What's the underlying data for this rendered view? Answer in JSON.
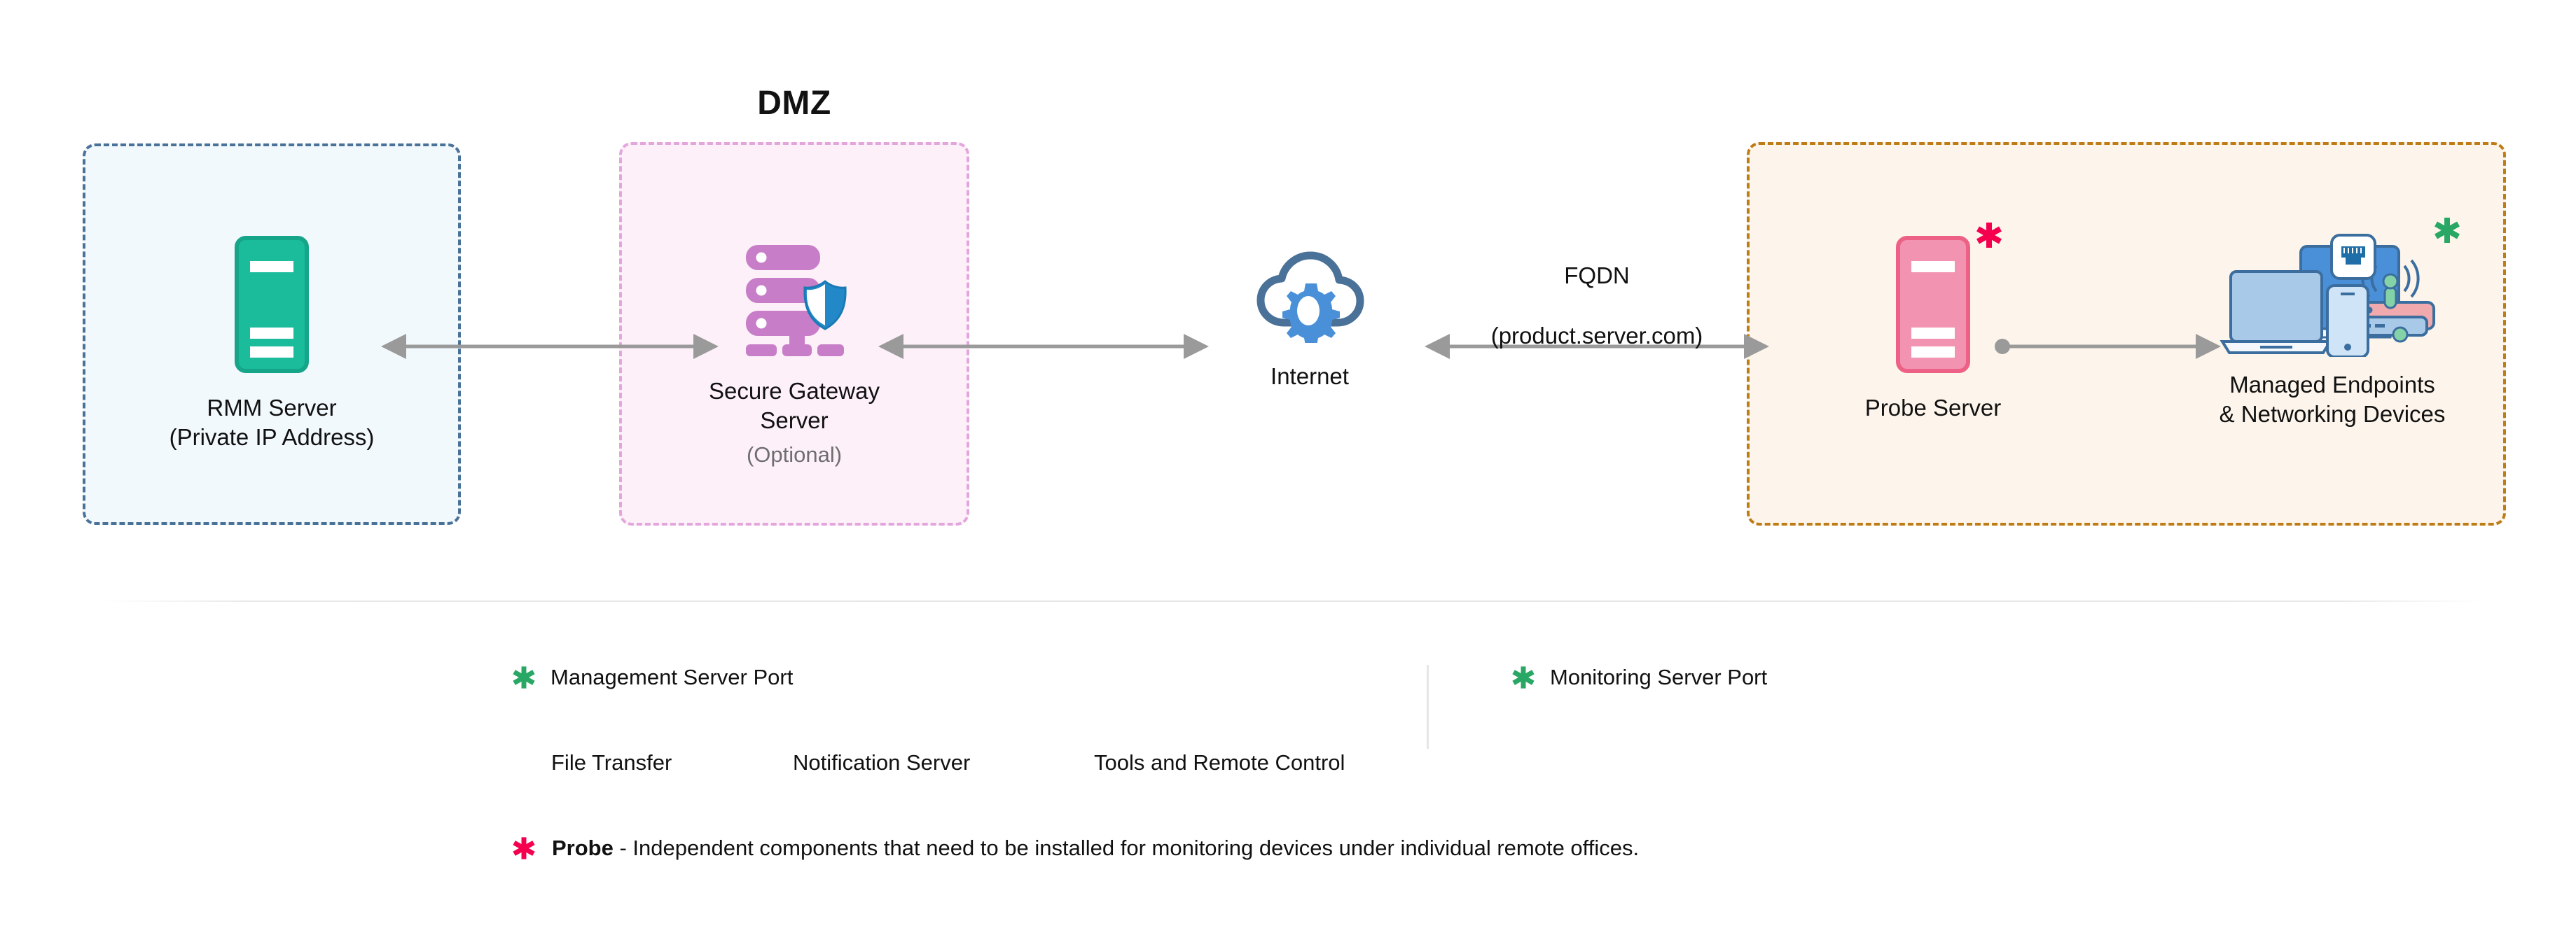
{
  "diagram": {
    "dmz_title": "DMZ",
    "zones": [
      {
        "id": "rmm",
        "name": "rmm-zone"
      },
      {
        "id": "dmz",
        "name": "dmz-zone"
      },
      {
        "id": "remote",
        "name": "remote-office-zone"
      }
    ],
    "nodes": {
      "rmm_server": {
        "title": "RMM Server",
        "subtitle": "(Private IP Address)",
        "icon": "server-tower-icon",
        "color": "#1abc9c"
      },
      "secure_gateway": {
        "title": "Secure Gateway\nServer",
        "optional": "(Optional)",
        "icon": "secure-gateway-server-icon",
        "color": "#c77dc7"
      },
      "internet": {
        "title": "Internet",
        "icon": "cloud-gear-icon",
        "color": "#4a90d9"
      },
      "probe_server": {
        "title": "Probe Server",
        "icon": "server-tower-icon",
        "color": "#f293b2",
        "marker": "*"
      },
      "managed_endpoints": {
        "title": "Managed Endpoints\n& Networking Devices",
        "icon": "devices-icon",
        "marker": "*"
      }
    },
    "connection_label": {
      "line1": "FQDN",
      "line2": "(product.server.com)"
    }
  },
  "legend": {
    "management": {
      "marker": "*",
      "label": "Management Server Port",
      "sub_items": [
        "File Transfer",
        "Notification Server",
        "Tools and Remote Control"
      ]
    },
    "monitoring": {
      "marker": "*",
      "label": "Monitoring Server Port"
    },
    "note": {
      "marker": "*",
      "term": "Probe",
      "text": " - Independent components that need to be installed for monitoring devices under individual remote offices."
    }
  },
  "colors": {
    "green_marker": "#29a765",
    "crimson_marker": "#f5004f",
    "rmm_border": "#4a7298",
    "dmz_border": "#e3a6dc",
    "remote_border": "#bd7c16",
    "arrow": "#9a9a9a"
  }
}
